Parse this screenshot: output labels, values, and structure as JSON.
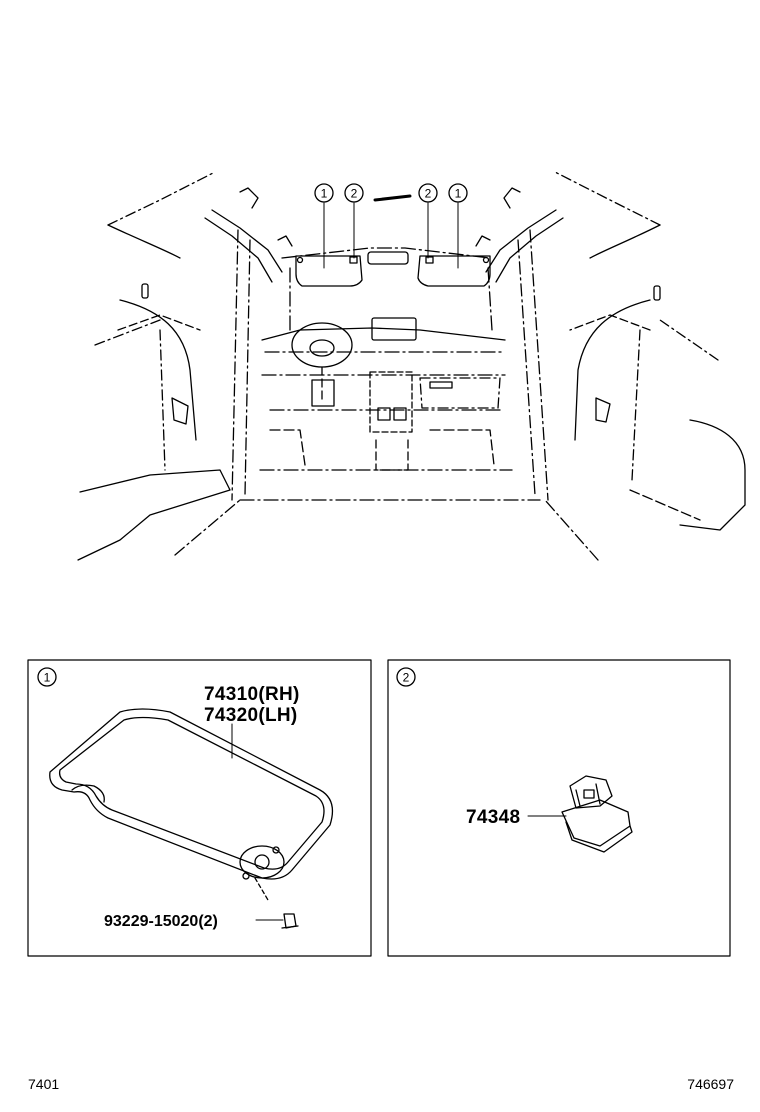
{
  "top_callouts": [
    "1",
    "2",
    "2",
    "1"
  ],
  "detail_1": {
    "marker": "1",
    "part_rh": "74310(RH)",
    "part_lh": "74320(LH)",
    "screw": "93229-15020(2)"
  },
  "detail_2": {
    "marker": "2",
    "part": "74348"
  },
  "footer": {
    "left": "7401",
    "right": "746697"
  }
}
